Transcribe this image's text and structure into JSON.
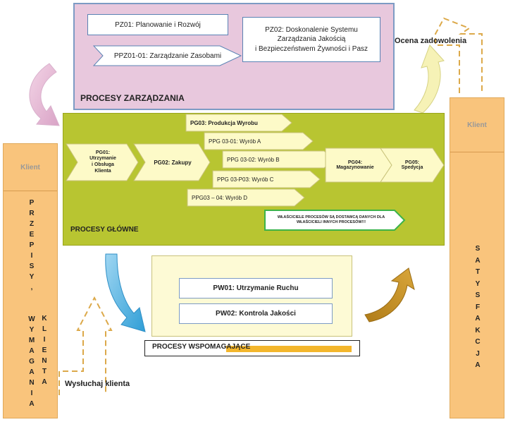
{
  "management": {
    "title": "PROCESY ZARZĄDZANIA",
    "pz01": "PZ01: Planowanie i Rozwój",
    "ppz01_01": "PPZ01-01: Zarządzanie Zasobami",
    "pz02": "PZ02: Doskonalenie Systemu\nZarządzania Jakością\ni Bezpieczeństwem Żywności i Pasz"
  },
  "main": {
    "title": "PROCESY GŁÓWNE",
    "pg01": "PG01:\nUtrzymanie\ni Obsługa\nKlienta",
    "pg02": "PG02: Zakupy",
    "pg03": "PG03: Produkcja Wyrobu",
    "ppg03_01": "PPG 03-01: Wyrób A",
    "ppg03_02": "PPG 03-02: Wyrób B",
    "ppg03_03": "PPG 03-P03: Wyrób C",
    "ppg03_04": "PPG03 – 04: Wyrób D",
    "pg04": "PG04:\nMagazynowanie",
    "pg05": "PG05:\nSpedycja",
    "owners_note": "WŁAŚCICIELE PROCESÓW  SĄ DOSTAWCĄ DANYCH DLA\nWŁAŚCICIELI INNYCH PROCESÓW!!!"
  },
  "support": {
    "title": "PROCESY WSPOMAGAJĄCE",
    "pw01": "PW01: Utrzymanie Ruchu",
    "pw02": "PW02: Kontrola Jakości"
  },
  "client_left": {
    "header": "Klient",
    "col1": "P\nR\nZ\nE\nP\nI\nS\nY\n,\n\n\nW\nY\nM\nA\nG\nA\nN\nI\nA",
    "col2": "K\nL\nI\nE\nN\nT\nA"
  },
  "client_right": {
    "header": "Klient",
    "text": "S\nA\nT\nY\nS\nF\nA\nK\nC\nJ\nA"
  },
  "labels": {
    "ocena": "Ocena zadowolenia",
    "wysluchaj": "Wysłuchaj klienta"
  },
  "colors": {
    "management_bg": "#e8c8dd",
    "main_bg": "#b8c531",
    "support_bg": "#fdfad5",
    "client_bg": "#f9c47c",
    "accent_orange": "#f3b62c"
  }
}
